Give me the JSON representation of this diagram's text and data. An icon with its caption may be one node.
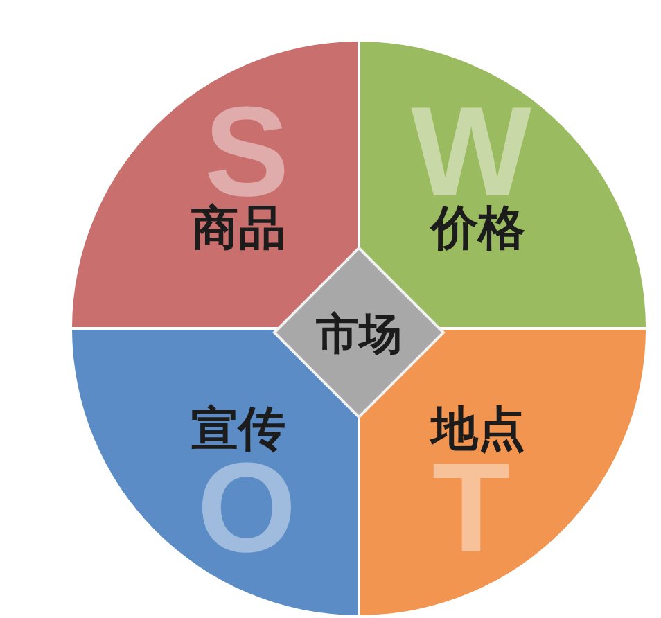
{
  "diagram": {
    "nodes": [
      {
        "text": [
          "S",
          "商品"
        ]
      },
      {
        "text": [
          "W",
          "价格"
        ]
      },
      {
        "text": [
          "市场"
        ]
      },
      {
        "text": [
          "宣传",
          "O"
        ]
      },
      {
        "text": [
          "地点",
          "T"
        ]
      }
    ]
  }
}
